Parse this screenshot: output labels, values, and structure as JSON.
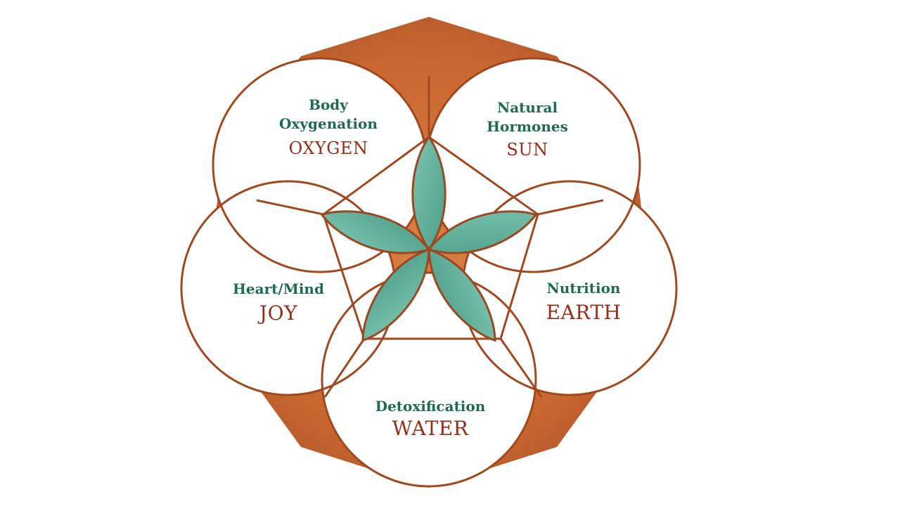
{
  "colors": {
    "copper": "#c8662f",
    "copper_dark": "#a9532a",
    "copper_light": "#d98043",
    "line": "#a2481f",
    "green_text": "#1f6b4d",
    "red_text": "#9a2b17",
    "petal": "#5fb39e",
    "petal_edge": "#9a4a22"
  },
  "circles": [
    {
      "id": "oxygen",
      "subtitle_lines": [
        "Body",
        "Oxygenation"
      ],
      "element": "OXYGEN"
    },
    {
      "id": "sun",
      "subtitle_lines": [
        "Natural",
        "Hormones"
      ],
      "element": "SUN"
    },
    {
      "id": "earth",
      "subtitle_lines": [
        "Nutrition"
      ],
      "element": "EARTH"
    },
    {
      "id": "water",
      "subtitle_lines": [
        "Detoxification"
      ],
      "element": "WATER"
    },
    {
      "id": "joy",
      "subtitle_lines": [
        "Heart/Mind"
      ],
      "element": "JOY"
    }
  ]
}
